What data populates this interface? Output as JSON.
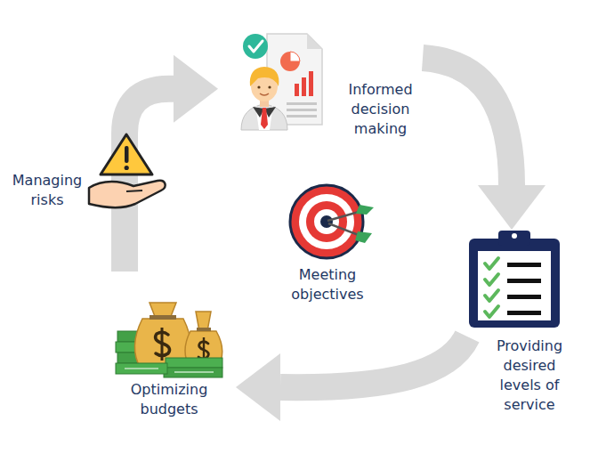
{
  "diagram": {
    "nodes": [
      {
        "text": [
          "Informed decision making"
        ]
      },
      {
        "text": [
          "Managing risks"
        ]
      },
      {
        "text": [
          "Meeting objectives"
        ]
      },
      {
        "text": [
          "Providing desired levels of service"
        ]
      },
      {
        "text": [
          "Optimizing budgets"
        ]
      }
    ],
    "edges": [
      {
        "from": 1,
        "to": 0,
        "arrow": "to"
      },
      {
        "from": 0,
        "to": 3,
        "arrow": "to"
      },
      {
        "from": 3,
        "to": 4,
        "arrow": "to"
      }
    ]
  }
}
